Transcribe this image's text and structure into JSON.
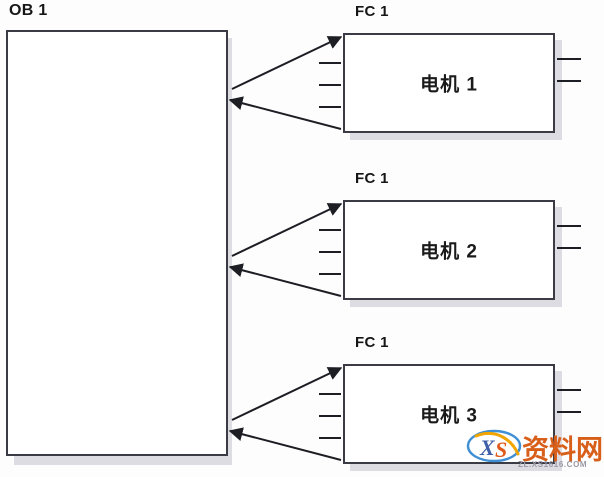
{
  "diagram": {
    "type": "plc-call-structure",
    "background_color": "#fefdfe",
    "border_color": "#3b3b46",
    "shadow_color": "#dcdce2"
  },
  "ob": {
    "label": "OB 1",
    "name": "organization-block"
  },
  "blocks": [
    {
      "label": "FC 1",
      "title": "电机 1",
      "left_stub_count": 3,
      "right_stub_count": 2
    },
    {
      "label": "FC 1",
      "title": "电机 2",
      "left_stub_count": 3,
      "right_stub_count": 2
    },
    {
      "label": "FC 1",
      "title": "电机 3",
      "left_stub_count": 3,
      "right_stub_count": 2
    }
  ],
  "connections": [
    {
      "from": "OB 1",
      "to": "电机 1",
      "direction": "call"
    },
    {
      "from": "电机 1",
      "to": "OB 1",
      "direction": "return"
    },
    {
      "from": "OB 1",
      "to": "电机 2",
      "direction": "call"
    },
    {
      "from": "电机 2",
      "to": "OB 1",
      "direction": "return"
    },
    {
      "from": "OB 1",
      "to": "电机 3",
      "direction": "call"
    },
    {
      "from": "电机 3",
      "to": "OB 1",
      "direction": "return"
    }
  ],
  "watermark": {
    "logo_text": "XS",
    "site_name": "资料网",
    "url": "ZL.XS1616.COM"
  }
}
